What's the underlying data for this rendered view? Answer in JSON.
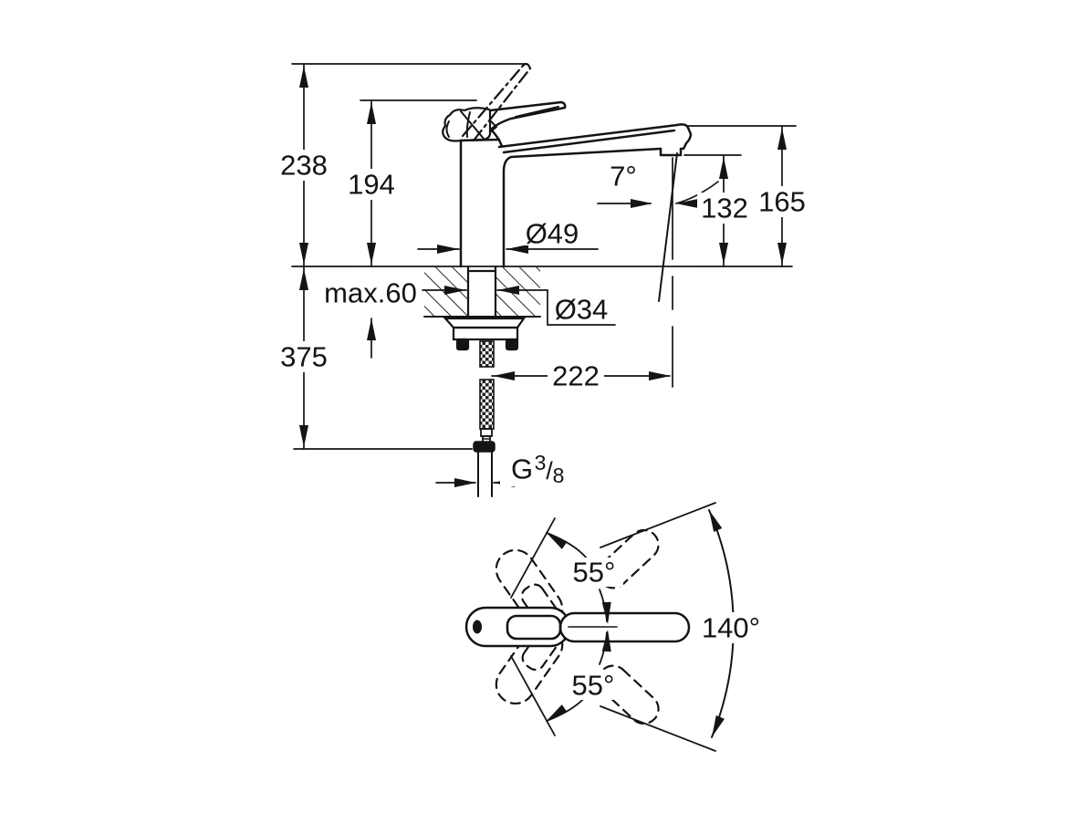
{
  "drawing": {
    "description": "faucet-dimension-drawing",
    "labels": {
      "height_total": "238",
      "height_to_handle": "194",
      "depth_below_counter": "375",
      "max_counter_thickness": "max.60",
      "base_diameter": "Ø49",
      "shank_diameter": "Ø34",
      "outlet_height": "132",
      "spout_top_height": "165",
      "reach": "222",
      "outlet_angle": "7°",
      "thread_g": "G",
      "thread_numerator": "3",
      "thread_slash": "/",
      "thread_denominator": "8",
      "swivel_upper": "55°",
      "swivel_lower": "55°",
      "swivel_total": "140°"
    },
    "colors": {
      "line": "#141414",
      "background": "#ffffff"
    }
  }
}
